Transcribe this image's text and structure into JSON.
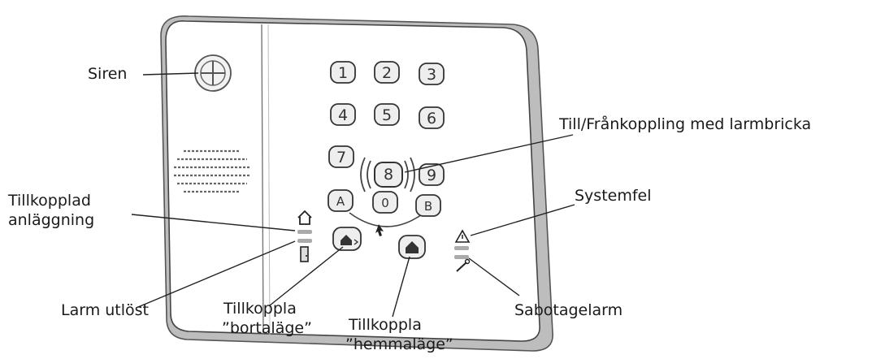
{
  "callouts": {
    "siren": "Siren",
    "tag_arm": "Till/Frånkoppling med larmbricka",
    "armed": [
      "Tillkopplad",
      "anläggning"
    ],
    "system_fault": "Systemfel",
    "alarm_triggered": "Larm utlöst",
    "arm_away": [
      "Tillkoppla",
      "”bortaläge”"
    ],
    "arm_home": [
      "Tillkoppla",
      "”hemmaläge”"
    ],
    "tamper": "Sabotagelarm"
  },
  "keypad": {
    "row1": [
      "1",
      "2",
      "3"
    ],
    "row2": [
      "4",
      "5",
      "6"
    ],
    "row3": [
      "7",
      "8",
      "9"
    ],
    "row4": [
      "A",
      "0",
      "B"
    ]
  },
  "icons": {
    "armed_led": "house-icon",
    "alarm_led": "door-icon",
    "fault_led": "warning-triangle-icon",
    "tamper_led": "wrench-icon",
    "away_button": "house-away-icon",
    "home_button": "house-home-icon",
    "siren": "siren-grille-icon",
    "tag_reader": "rfid-wave-icon"
  }
}
